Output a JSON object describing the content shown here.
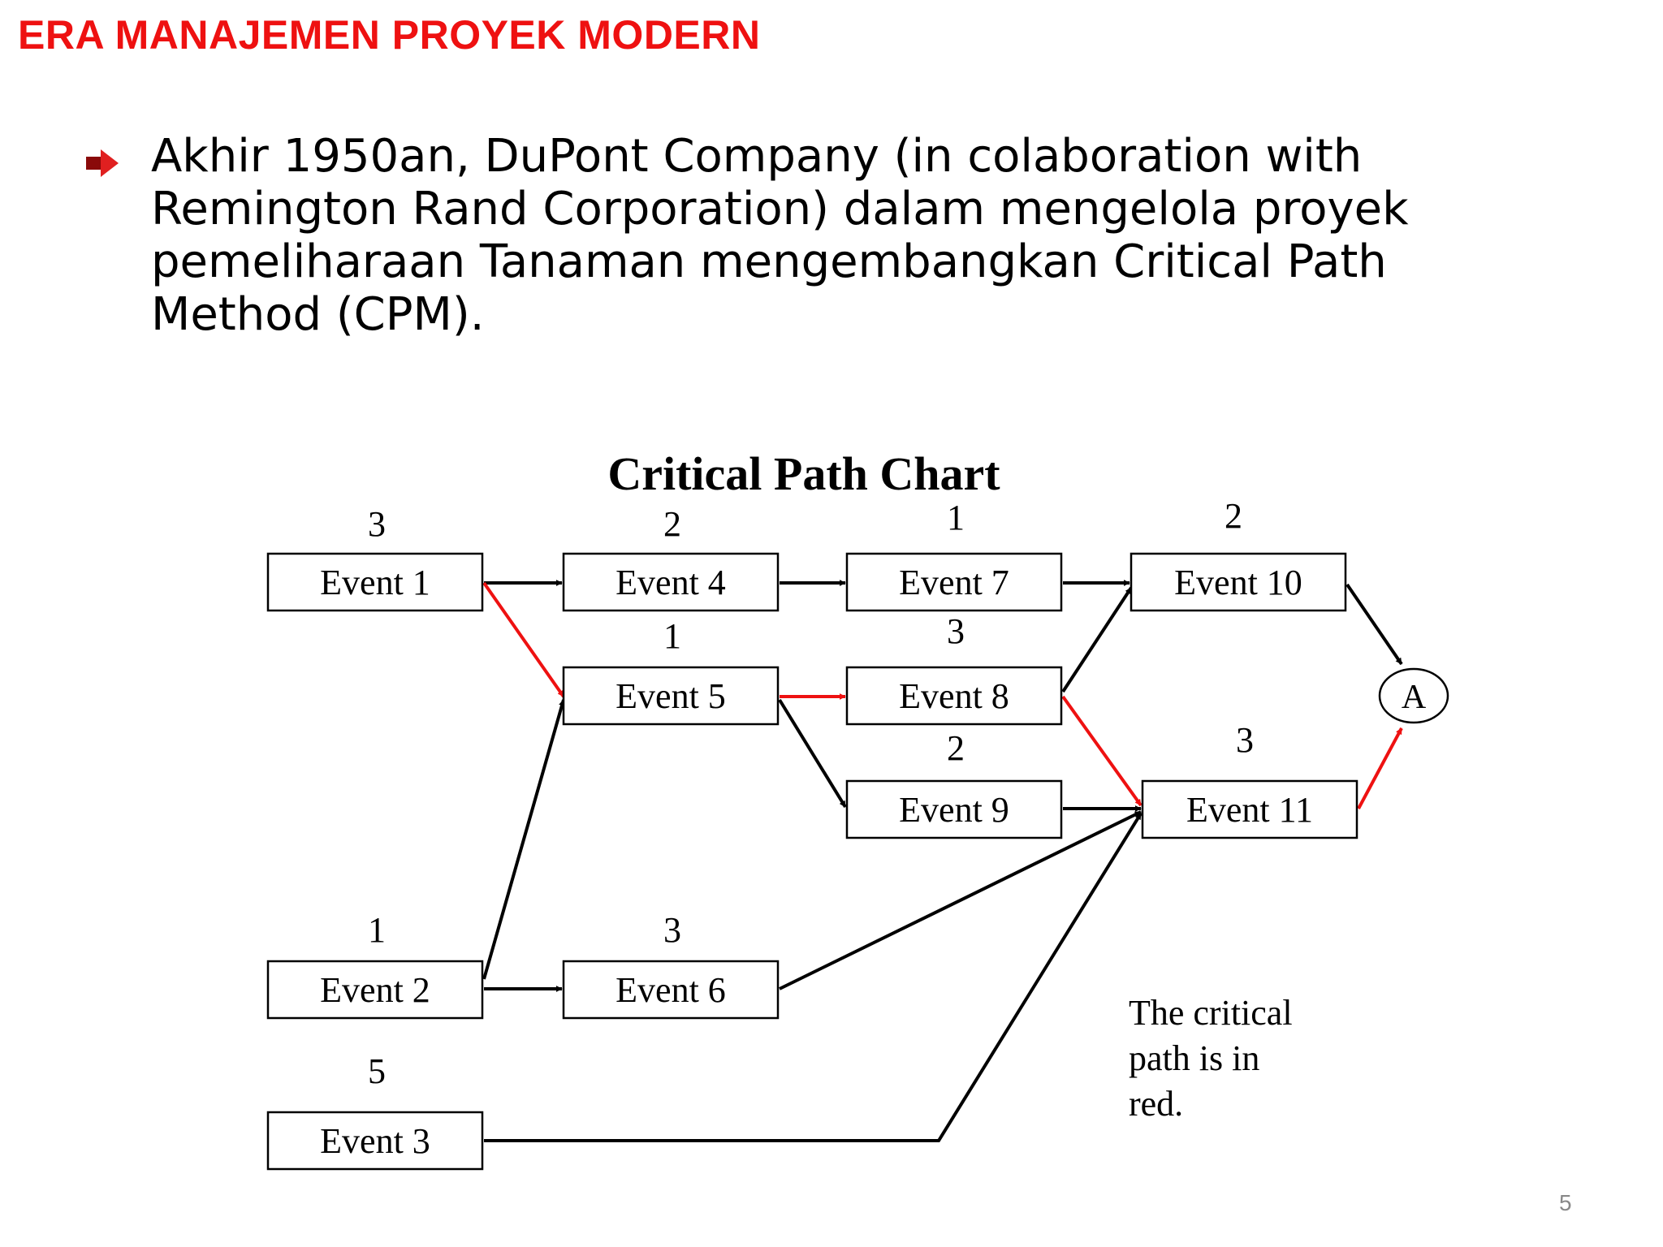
{
  "slide": {
    "title": "ERA  MANAJEMEN PROYEK MODERN",
    "title_color": "#ee1111",
    "bullet_lines": [
      "Akhir 1950an, DuPont Company  (in colaboration with",
      "Remington Rand Corporation) dalam mengelola proyek",
      "pemeliharaan Tanaman mengembangkan Critical Path",
      "Method (CPM)."
    ],
    "page_number": "5"
  },
  "diagram": {
    "title": "Critical Path Chart",
    "critical_color": "#ee1111",
    "normal_color": "#000000",
    "nodes": [
      {
        "id": "e1",
        "label": "Event 1",
        "duration": "3"
      },
      {
        "id": "e2",
        "label": "Event 2",
        "duration": "1"
      },
      {
        "id": "e3",
        "label": "Event 3",
        "duration": "5"
      },
      {
        "id": "e4",
        "label": "Event 4",
        "duration": "2"
      },
      {
        "id": "e5",
        "label": "Event 5",
        "duration": "1"
      },
      {
        "id": "e6",
        "label": "Event 6",
        "duration": "3"
      },
      {
        "id": "e7",
        "label": "Event 7",
        "duration": "1"
      },
      {
        "id": "e8",
        "label": "Event 8",
        "duration": "3"
      },
      {
        "id": "e9",
        "label": "Event 9",
        "duration": "2"
      },
      {
        "id": "e10",
        "label": "Event 10",
        "duration": "2"
      },
      {
        "id": "e11",
        "label": "Event 11",
        "duration": "3"
      }
    ],
    "terminal": {
      "id": "a",
      "label": "A"
    },
    "edges": [
      {
        "from": "e1",
        "to": "e4",
        "critical": false
      },
      {
        "from": "e1",
        "to": "e5",
        "critical": true
      },
      {
        "from": "e2",
        "to": "e5",
        "critical": false
      },
      {
        "from": "e2",
        "to": "e6",
        "critical": false
      },
      {
        "from": "e4",
        "to": "e7",
        "critical": false
      },
      {
        "from": "e5",
        "to": "e8",
        "critical": true
      },
      {
        "from": "e5",
        "to": "e9",
        "critical": false
      },
      {
        "from": "e7",
        "to": "e10",
        "critical": false
      },
      {
        "from": "e8",
        "to": "e10",
        "critical": false
      },
      {
        "from": "e8",
        "to": "e11",
        "critical": true
      },
      {
        "from": "e9",
        "to": "e11",
        "critical": false
      },
      {
        "from": "e6",
        "to": "e11",
        "critical": false
      },
      {
        "from": "e3",
        "to": "e11",
        "critical": false
      },
      {
        "from": "e10",
        "to": "a",
        "critical": false
      },
      {
        "from": "e11",
        "to": "a",
        "critical": true
      }
    ],
    "note_lines": [
      "The critical",
      "path is in",
      "red."
    ]
  }
}
